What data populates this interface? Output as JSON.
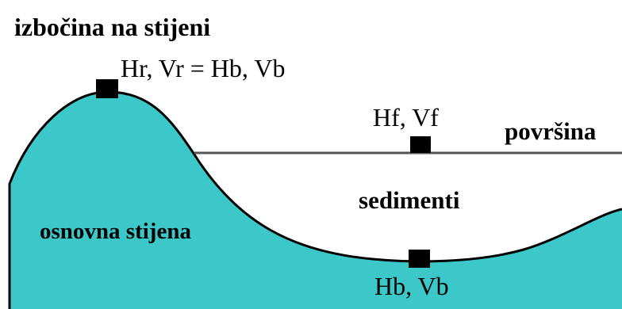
{
  "title": "izbočina na stijeni",
  "labels": {
    "rock_point": "Hr, Vr = Hb, Vb",
    "surface_point": "Hf, Vf",
    "surface": "površina",
    "sediments": "sedimenti",
    "bedrock": "osnovna stijena",
    "bedrock_point": "Hb, Vb"
  },
  "colors": {
    "bedrock_fill": "#3cc8c8",
    "outline": "#000000",
    "surface_line": "#555555",
    "marker": "#000000",
    "background": "#ffffff"
  }
}
